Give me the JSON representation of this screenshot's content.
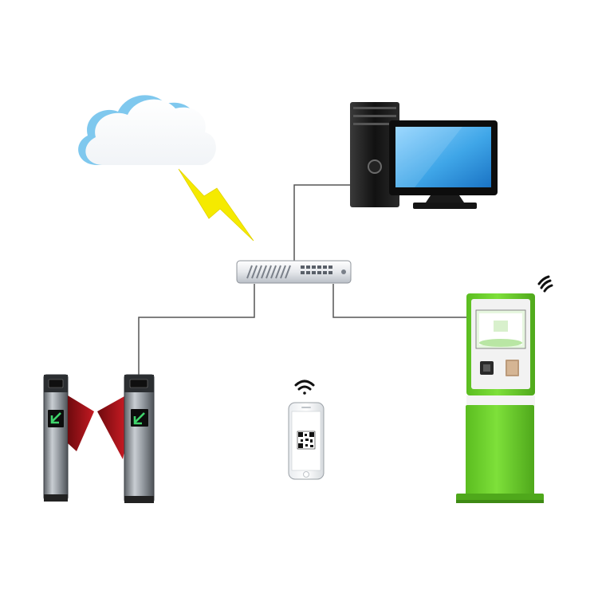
{
  "diagram": {
    "nodes": [
      {
        "id": "cloud",
        "icon": "cloud-icon"
      },
      {
        "id": "lightning",
        "icon": "lightning-icon",
        "color": "#f5ea00"
      },
      {
        "id": "computer",
        "icon": "desktop-computer-icon"
      },
      {
        "id": "network-switch",
        "icon": "network-switch-icon"
      },
      {
        "id": "turnstile-left",
        "icon": "turnstile-gate-icon"
      },
      {
        "id": "turnstile-right",
        "icon": "turnstile-gate-icon"
      },
      {
        "id": "smartphone",
        "icon": "smartphone-qr-code-icon"
      },
      {
        "id": "kiosk",
        "icon": "self-service-kiosk-icon",
        "color": "#6fd12e"
      }
    ],
    "edges": [
      {
        "from": "network-switch",
        "to": "computer"
      },
      {
        "from": "network-switch",
        "to": "turnstile-right"
      },
      {
        "from": "network-switch",
        "to": "kiosk"
      }
    ],
    "colors": {
      "cloud_edge": "#7fc8ee",
      "screen_blue": "#3fa6e8",
      "gate_wing": "#a8141b",
      "kiosk_green": "#6fd12e",
      "arrow_green": "#3fd36b"
    }
  }
}
